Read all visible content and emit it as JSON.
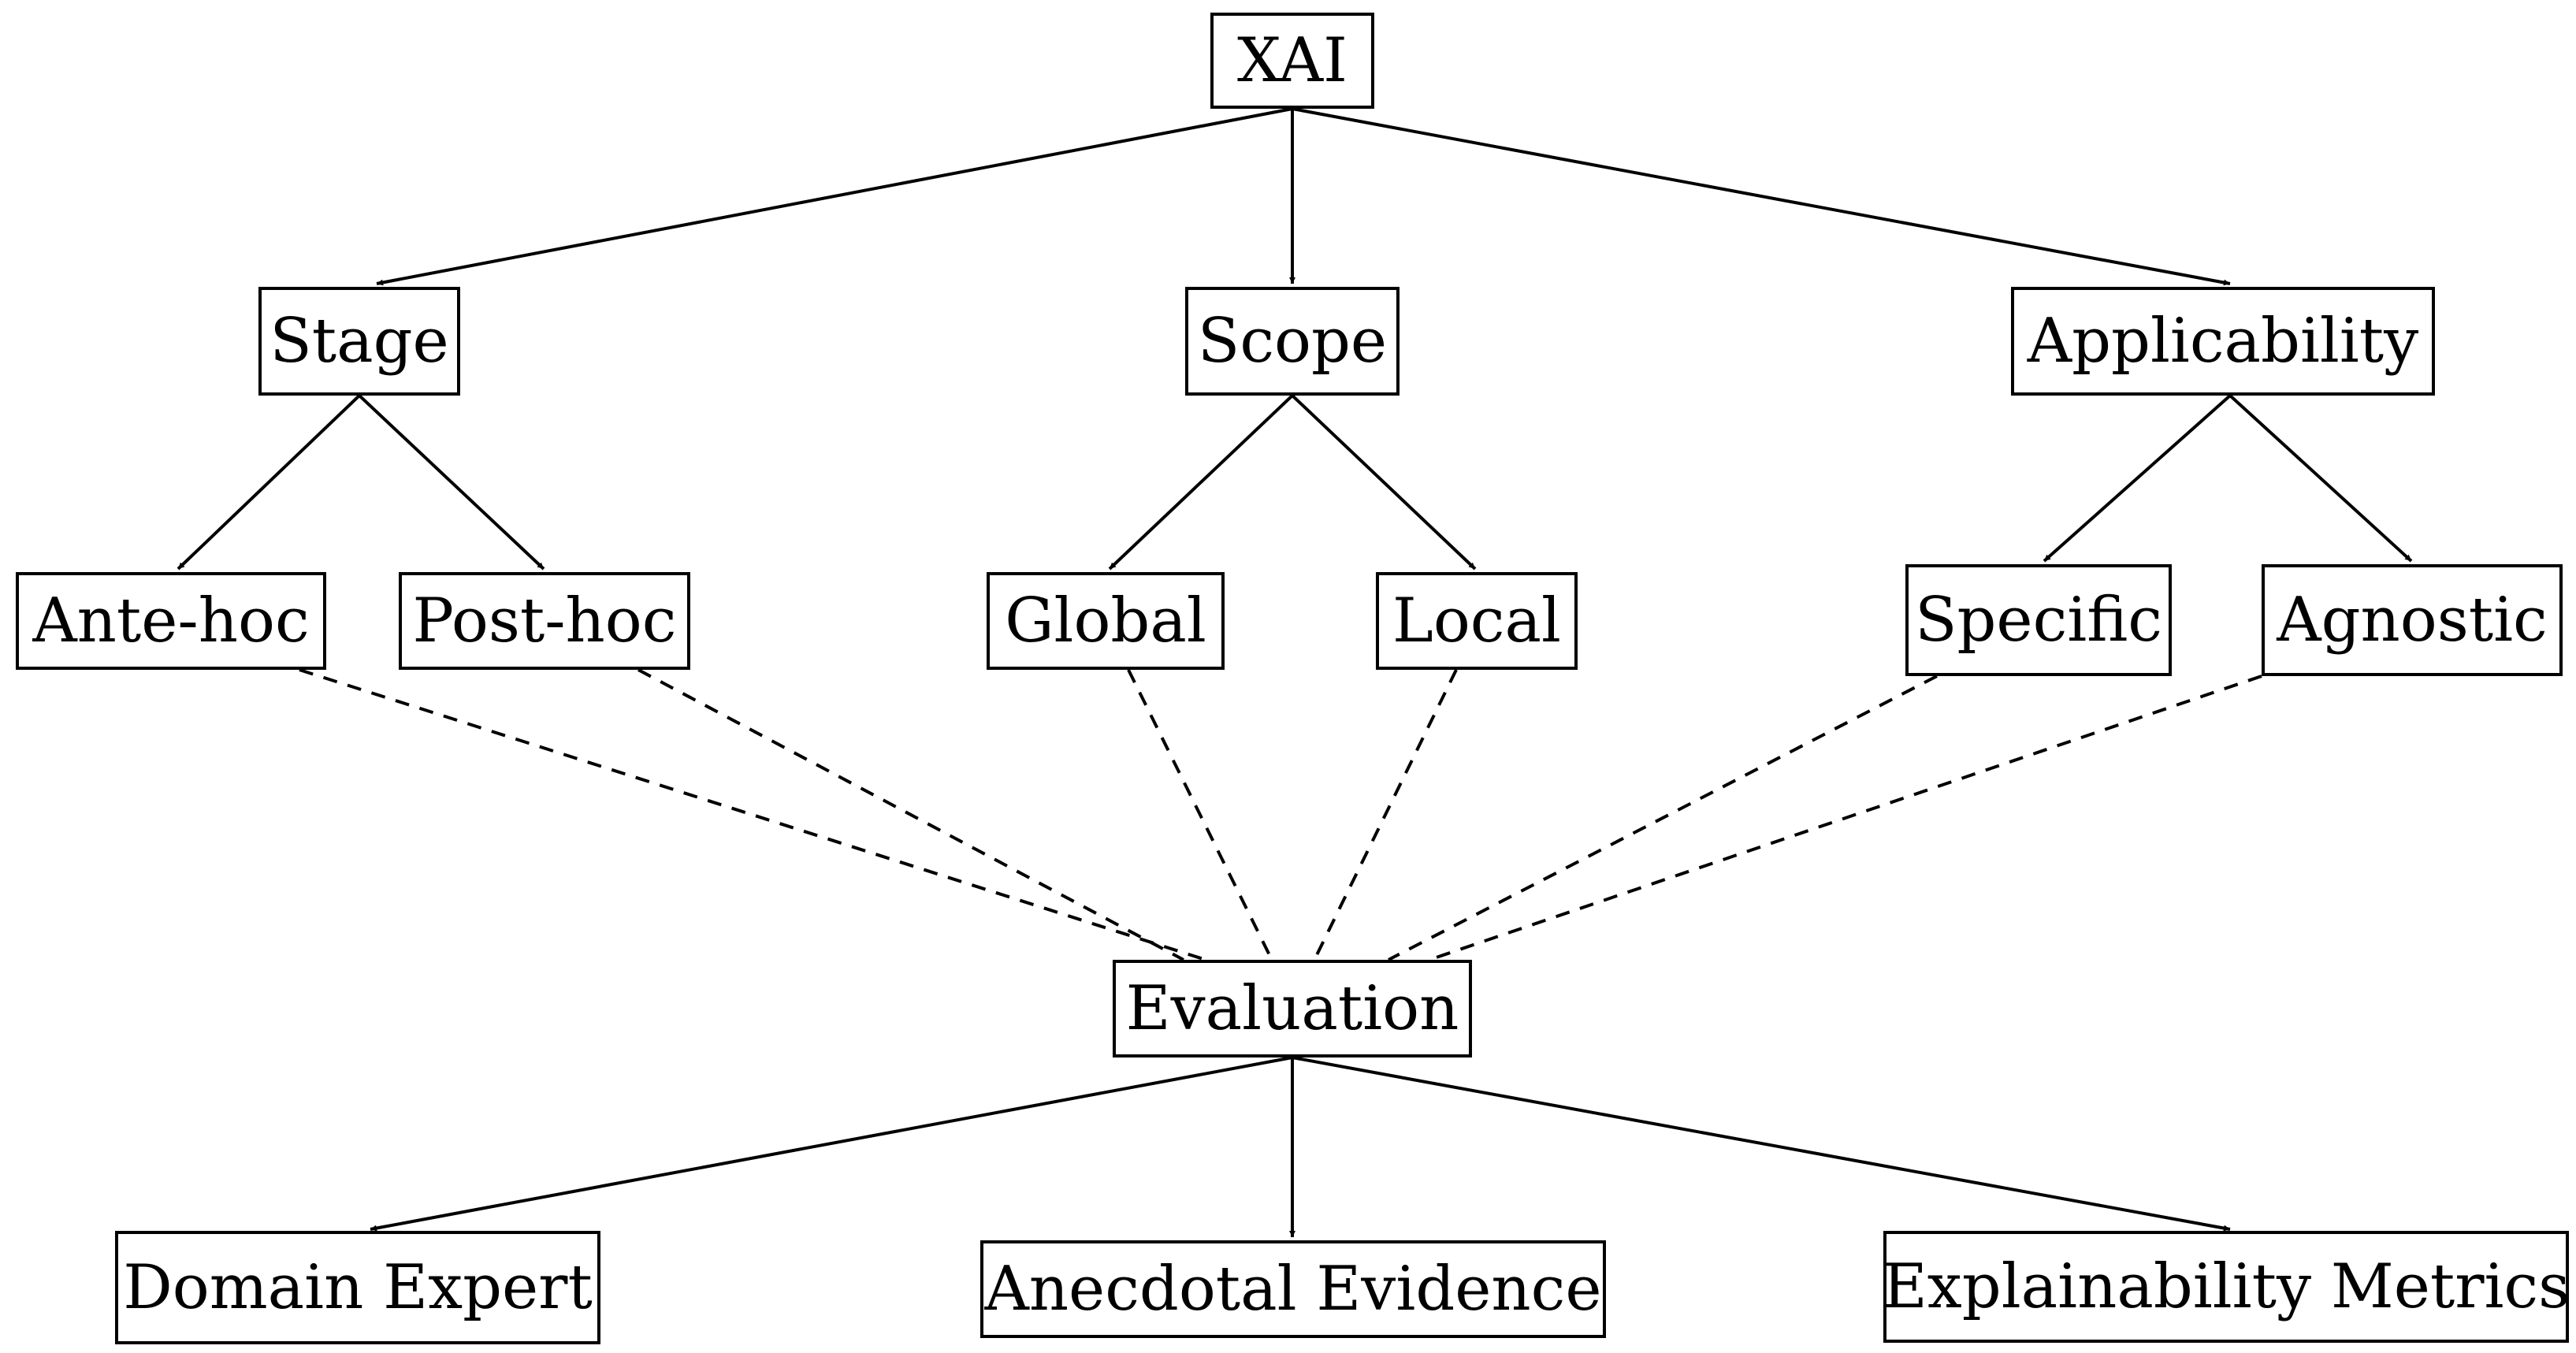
{
  "nodes": {
    "xai": "XAI",
    "stage": "Stage",
    "scope": "Scope",
    "applicability": "Applicability",
    "ante_hoc": "Ante-hoc",
    "post_hoc": "Post-hoc",
    "global": "Global",
    "local": "Local",
    "specific": "Specific",
    "agnostic": "Agnostic",
    "evaluation": "Evaluation",
    "domain_expert": "Domain Expert",
    "anecdotal_evidence": "Anecdotal Evidence",
    "explainability_metrics": "Explainability Metrics"
  },
  "edges": [
    {
      "from": "xai",
      "to": "stage",
      "style": "arrow"
    },
    {
      "from": "xai",
      "to": "scope",
      "style": "arrow"
    },
    {
      "from": "xai",
      "to": "applicability",
      "style": "arrow"
    },
    {
      "from": "stage",
      "to": "ante_hoc",
      "style": "arrow"
    },
    {
      "from": "stage",
      "to": "post_hoc",
      "style": "arrow"
    },
    {
      "from": "scope",
      "to": "global",
      "style": "arrow"
    },
    {
      "from": "scope",
      "to": "local",
      "style": "arrow"
    },
    {
      "from": "applicability",
      "to": "specific",
      "style": "arrow"
    },
    {
      "from": "applicability",
      "to": "agnostic",
      "style": "arrow"
    },
    {
      "from": "ante_hoc",
      "to": "evaluation",
      "style": "dashed"
    },
    {
      "from": "post_hoc",
      "to": "evaluation",
      "style": "dashed"
    },
    {
      "from": "global",
      "to": "evaluation",
      "style": "dashed"
    },
    {
      "from": "local",
      "to": "evaluation",
      "style": "dashed"
    },
    {
      "from": "specific",
      "to": "evaluation",
      "style": "dashed"
    },
    {
      "from": "agnostic",
      "to": "evaluation",
      "style": "dashed"
    },
    {
      "from": "evaluation",
      "to": "domain_expert",
      "style": "arrow"
    },
    {
      "from": "evaluation",
      "to": "anecdotal_evidence",
      "style": "arrow"
    },
    {
      "from": "evaluation",
      "to": "explainability_metrics",
      "style": "arrow"
    }
  ]
}
